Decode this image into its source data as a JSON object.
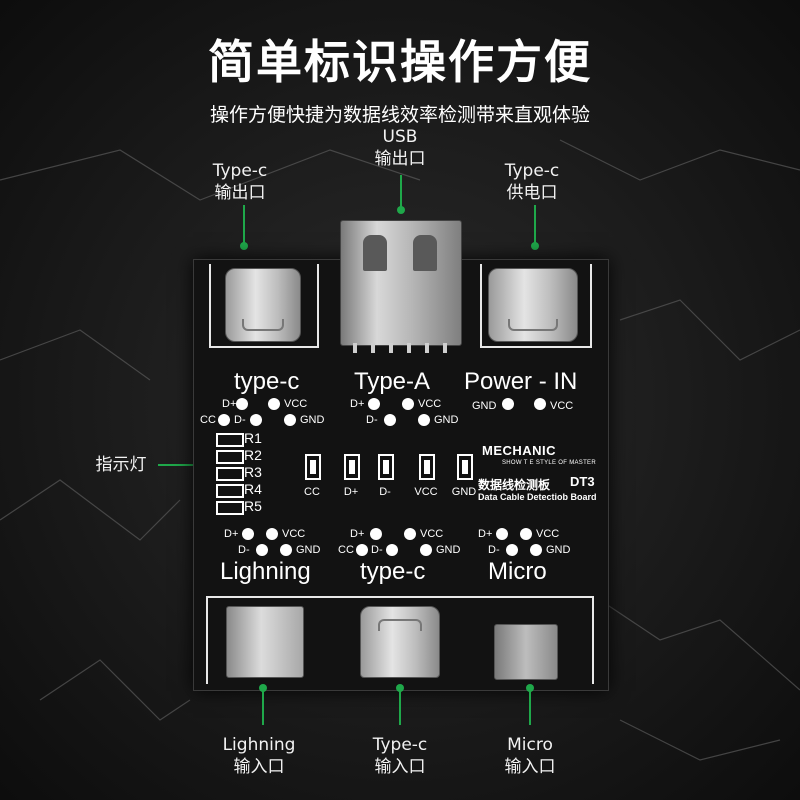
{
  "header": {
    "title": "简单标识操作方便",
    "subtitle": "操作方便快捷为数据线效率检测带来直观体验"
  },
  "callouts": {
    "typec_out": {
      "line1": "Type-c",
      "line2": "输出口"
    },
    "usb_out": {
      "line1": "USB",
      "line2": "输出口"
    },
    "typec_power": {
      "line1": "Type-c",
      "line2": "供电口"
    },
    "indicator": "指示灯",
    "lightning_in": {
      "line1": "Lighning",
      "line2": "输入口"
    },
    "typec_in": {
      "line1": "Type-c",
      "line2": "输入口"
    },
    "micro_in": {
      "line1": "Micro",
      "line2": "输入口"
    }
  },
  "board": {
    "top_labels": {
      "typec": "type-c",
      "typea": "Type-A",
      "power": "Power - IN"
    },
    "bottom_labels": {
      "lightning": "Lighning",
      "typec": "type-c",
      "micro": "Micro"
    },
    "pins": {
      "dplus": "D+",
      "dminus": "D-",
      "vcc": "VCC",
      "gnd": "GND",
      "cc": "CC"
    },
    "resistors": [
      "R1",
      "R2",
      "R3",
      "R4",
      "R5"
    ],
    "leds": [
      "CC",
      "D+",
      "D-",
      "VCC",
      "GND"
    ],
    "brand": {
      "logo": "MECHANIC",
      "tagline": "SHOW T E STYLE OF MASTER",
      "name_cn": "数据线检测板",
      "model": "DT3",
      "name_en": "Data Cable Detectiob Board"
    }
  },
  "colors": {
    "accent": "#1fa84a",
    "board": "#121212",
    "text": "#ffffff"
  }
}
